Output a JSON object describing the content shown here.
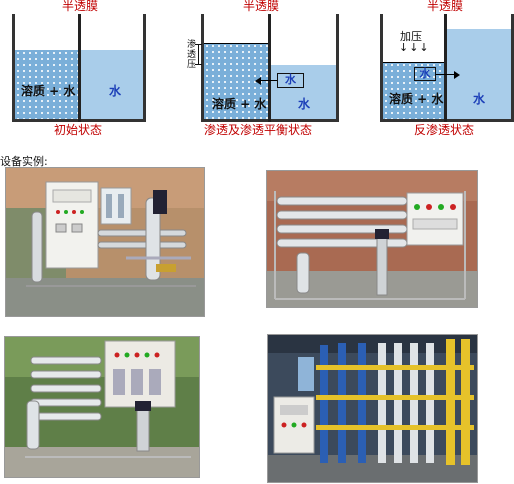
{
  "diagrams": [
    {
      "membrane_label": "半透膜",
      "left_label": "溶质 + 水",
      "right_label": "水",
      "caption": "初始状态"
    },
    {
      "membrane_label": "半透膜",
      "left_label": "溶质 + 水",
      "right_label": "水",
      "caption": "渗透及渗透平衡状态",
      "side_label": "渗透压",
      "arrow_label": "水"
    },
    {
      "membrane_label": "半透膜",
      "left_label": "溶质 + 水",
      "right_label": "水",
      "caption": "反渗透状态",
      "pressure_label": "加压",
      "pressure_arrows": "↓↓↓",
      "arrow_label": "水"
    }
  ],
  "section_title": "设备实例:",
  "photos": [
    {
      "id": "photo-equipment-1"
    },
    {
      "id": "photo-equipment-2"
    },
    {
      "id": "photo-equipment-3"
    },
    {
      "id": "photo-equipment-4"
    }
  ],
  "colors": {
    "caption": "#c00000",
    "water_label": "#1c3fb8",
    "solution": "#7aafd9",
    "water": "#a9cdea"
  }
}
